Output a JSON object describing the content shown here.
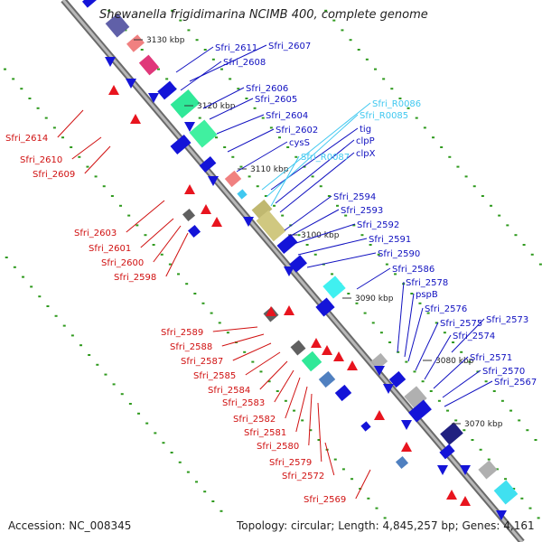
{
  "title": "Shewanella frigidimarina NCIMB 400, complete genome",
  "footer": {
    "accession": "Accession: NC_008345",
    "summary": "Topology: circular; Length: 4,845,257 bp; Genes: 4,161"
  },
  "ticks": [
    "3130 kbp",
    "3120 kbp",
    "3110 kbp",
    "3100 kbp",
    "3090 kbp",
    "3080 kbp",
    "3070 kbp"
  ],
  "labels_forward": [
    "Sfri_2611",
    "Sfri_2607",
    "Sfri_2608",
    "Sfri_2606",
    "Sfri_2605",
    "Sfri_2604",
    "Sfri_2602",
    "cysS",
    "tig",
    "clpP",
    "clpX",
    "Sfri_2594",
    "Sfri_2593",
    "Sfri_2592",
    "Sfri_2591",
    "Sfri_2590",
    "Sfri_2586",
    "Sfri_2578",
    "pspB",
    "Sfri_2576",
    "Sfri_2575",
    "Sfri_2573",
    "Sfri_2574",
    "Sfri_2571",
    "Sfri_2570",
    "Sfri_2567"
  ],
  "labels_rna": [
    "Sfri_R0086",
    "Sfri_R0085",
    "Sfri_R0087"
  ],
  "labels_reverse": [
    "Sfri_2614",
    "Sfri_2610",
    "Sfri_2609",
    "Sfri_2603",
    "Sfri_2601",
    "Sfri_2600",
    "Sfri_2598",
    "Sfri_2589",
    "Sfri_2588",
    "Sfri_2587",
    "Sfri_2585",
    "Sfri_2584",
    "Sfri_2583",
    "Sfri_2582",
    "Sfri_2581",
    "Sfri_2580",
    "Sfri_2579",
    "Sfri_2572",
    "Sfri_2569"
  ],
  "colors": {
    "forward_gene": "#1414d8",
    "reverse_gene": "#e8141e",
    "rna": "#40c8f0",
    "axis": "#8a8a8a",
    "dots": "#2f9a1e",
    "label_forward": "#1010c0",
    "label_reverse": "#d01010",
    "label_rna": "#40c8f0"
  }
}
